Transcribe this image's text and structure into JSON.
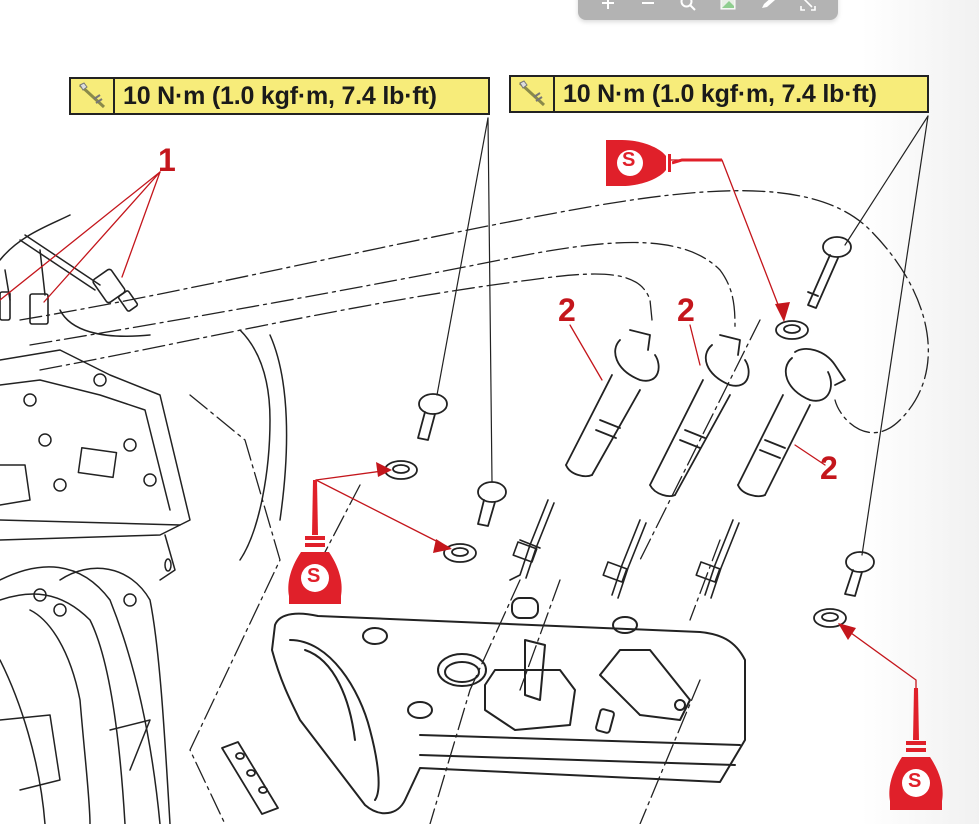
{
  "toolbar": {
    "buttons": [
      {
        "name": "zoom-in",
        "icon": "plus-icon"
      },
      {
        "name": "zoom-out",
        "icon": "minus-icon"
      },
      {
        "name": "search",
        "icon": "magnifier-icon"
      },
      {
        "name": "image",
        "icon": "image-icon"
      },
      {
        "name": "annotate",
        "icon": "pencil-icon"
      },
      {
        "name": "fullscreen",
        "icon": "expand-icon"
      }
    ]
  },
  "torque_specs": [
    {
      "label": "10 N·m (1.0 kgf·m, 7.4 lb·ft)",
      "icon": "torque-wrench-icon"
    },
    {
      "label": "10 N·m (1.0 kgf·m, 7.4 lb·ft)",
      "icon": "torque-wrench-icon"
    }
  ],
  "callouts": {
    "connectors": "1",
    "coil_a": "2",
    "coil_b": "2",
    "coil_c": "2"
  },
  "sealant": {
    "symbol": "S",
    "icon": "sealant-bottle-icon"
  },
  "colors": {
    "callout_red": "#c4161c",
    "torque_yellow": "#f7ec7a",
    "line": "#222222",
    "toolbar_gray": "#b3b3b3"
  }
}
